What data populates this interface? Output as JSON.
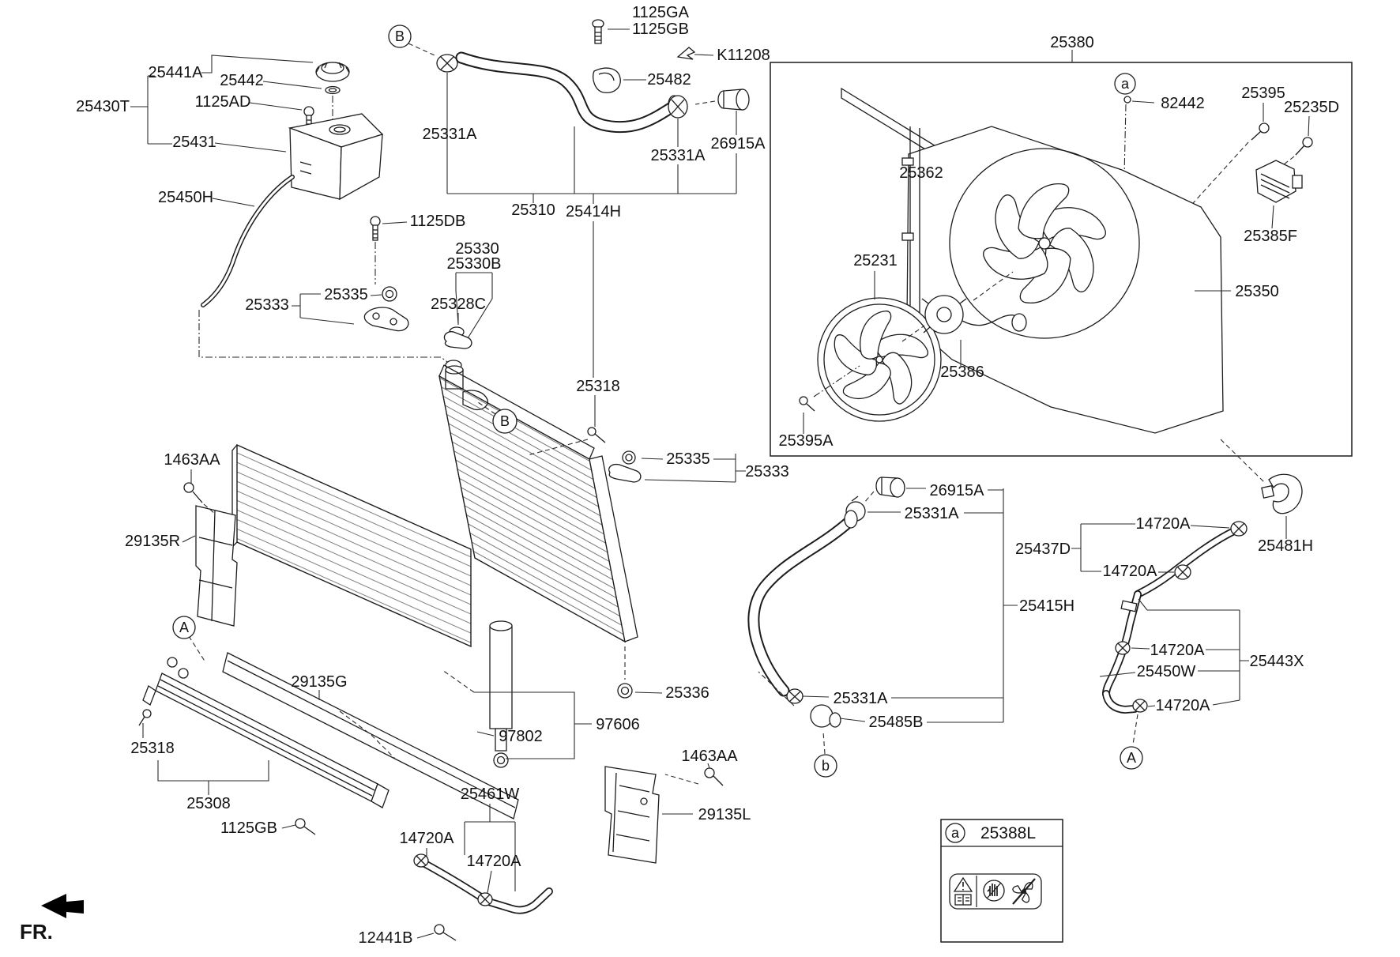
{
  "fr_marker": "FR.",
  "legend": {
    "callout": "a",
    "part_no": "25388L"
  },
  "callouts": {
    "hose_top": "B",
    "radiator_cap": "B",
    "condenser_left": "A",
    "hose_right": "A",
    "fan_mark": "a",
    "thermo_mark": "b"
  },
  "parts": {
    "p25441A": "25441A",
    "p25442": "25442",
    "p25430T": "25430T",
    "p1125AD": "1125AD",
    "p25431": "25431",
    "p25450H": "25450H",
    "p1125GA": "1125GA",
    "p1125GB_top": "1125GB",
    "pK11208": "K11208",
    "p25482": "25482",
    "p25331A_1": "25331A",
    "p25331A_2": "25331A",
    "p26915A_top": "26915A",
    "p25310": "25310",
    "p25414H": "25414H",
    "p1125DB": "1125DB",
    "p25330": "25330",
    "p25330B": "25330B",
    "p25335_left": "25335",
    "p25333_left": "25333",
    "p25328C": "25328C",
    "p25318_top": "25318",
    "p25335_right": "25335",
    "p25333_right": "25333",
    "p1463AA_top": "1463AA",
    "p29135R": "29135R",
    "p29135G": "29135G",
    "p25318_bottom": "25318",
    "p25308": "25308",
    "p1125GB_bottom": "1125GB",
    "p14720A_l1": "14720A",
    "p25461W": "25461W",
    "p14720A_l2": "14720A",
    "p12441B": "12441B",
    "p25336": "25336",
    "p97606": "97606",
    "p97802": "97802",
    "p1463AA_bottom": "1463AA",
    "p29135L": "29135L",
    "p25380": "25380",
    "p82442": "82442",
    "p25395": "25395",
    "p25235D": "25235D",
    "p25362": "25362",
    "p25385F": "25385F",
    "p25231": "25231",
    "p25386": "25386",
    "p25350": "25350",
    "p25395A": "25395A",
    "p26915A_right": "26915A",
    "p25331A_3": "25331A",
    "p25415H": "25415H",
    "p25331A_4": "25331A",
    "p25485B": "25485B",
    "p25437D": "25437D",
    "p14720A_r1": "14720A",
    "p14720A_r2": "14720A",
    "p25481H": "25481H",
    "p14720A_r3": "14720A",
    "p25443X": "25443X",
    "p25450W": "25450W",
    "p14720A_r4": "14720A"
  }
}
